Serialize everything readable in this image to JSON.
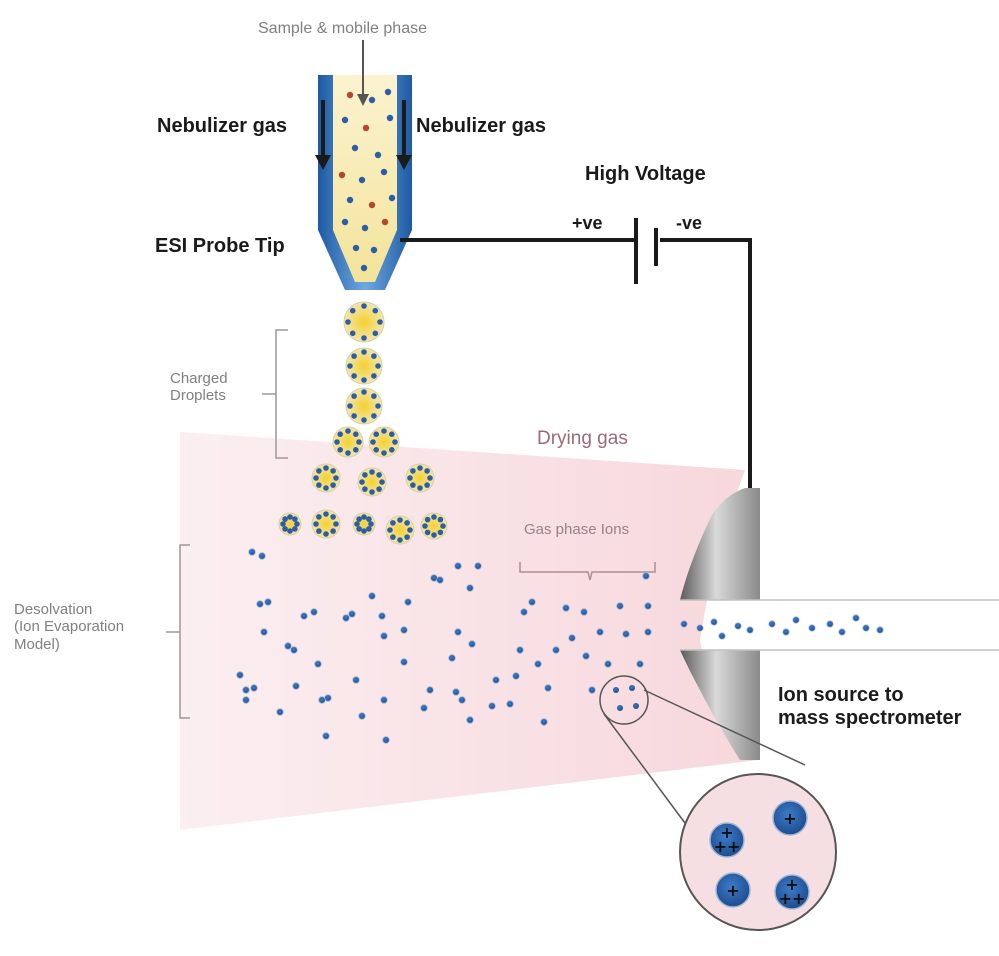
{
  "labels": {
    "sample_mobile_phase": "Sample & mobile phase",
    "nebulizer_left": "Nebulizer gas",
    "nebulizer_right": "Nebulizer gas",
    "high_voltage": "High Voltage",
    "positive": "+ve",
    "negative": "-ve",
    "probe_tip": "ESI Probe Tip",
    "charged_droplets": [
      "Charged",
      "Droplets"
    ],
    "drying_gas": "Drying gas",
    "gas_phase_ions": "Gas phase Ions",
    "desolvation": [
      "Desolvation",
      "(Ion Evaporation",
      "Model)"
    ],
    "ion_source": [
      "Ion source to",
      "mass spectrometer"
    ]
  },
  "zoom_ions": [
    "+\n++",
    "+",
    "+",
    "+\n++"
  ],
  "colors": {
    "probe_blue": "#2f6fb6",
    "probe_inner": "#f6e9a6",
    "droplet_yellow": "#f2c531",
    "ion_blue": "#2d5da8",
    "plume_pink": "#f6d9dc",
    "grey_label": "#808080"
  }
}
